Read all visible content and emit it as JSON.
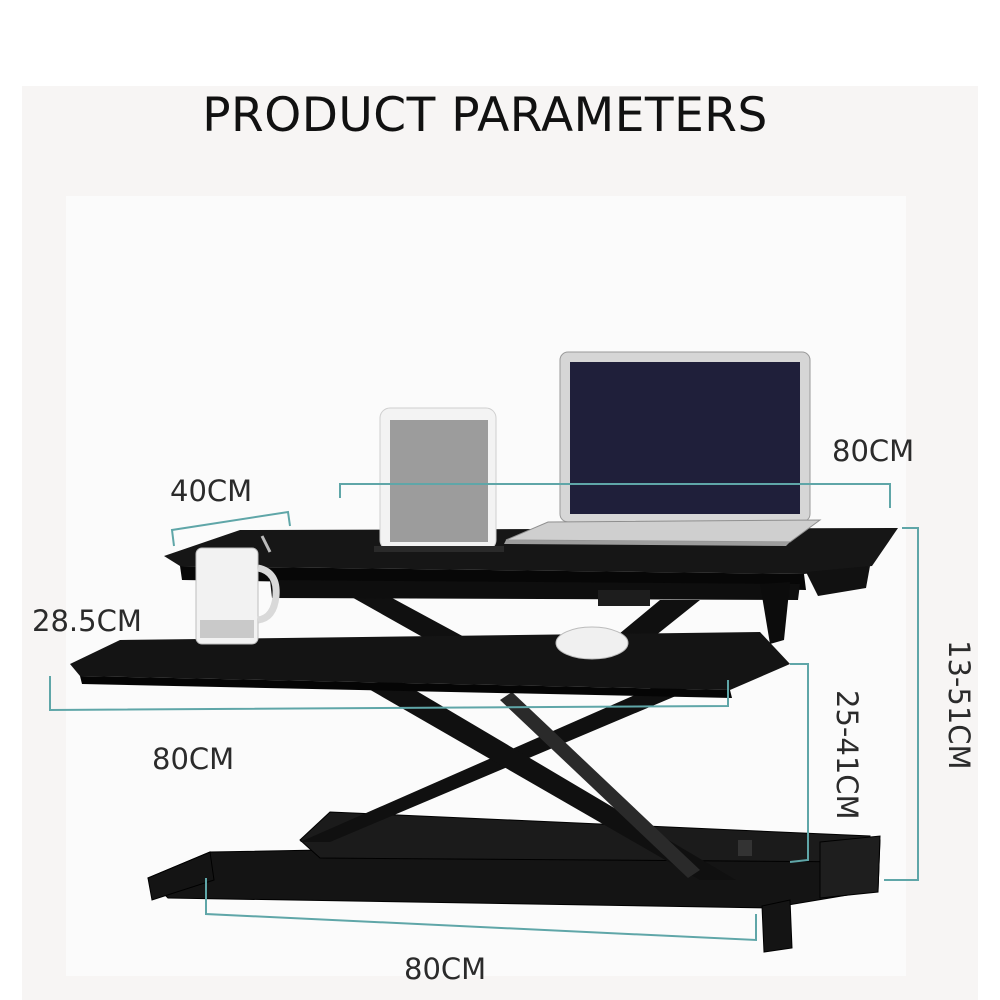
{
  "page": {
    "title": "PRODUCT PARAMETERS"
  },
  "dimensions": {
    "top_width": "80CM",
    "side_depth": "40CM",
    "keyboard_depth": "28.5CM",
    "keyboard_width": "80CM",
    "total_height": "13-51CM",
    "keyboard_height": "25-41CM",
    "base_width": "80CM"
  },
  "colors": {
    "desk": "#121212",
    "dimension_line": "#5fa6a8",
    "title": "#111111"
  }
}
